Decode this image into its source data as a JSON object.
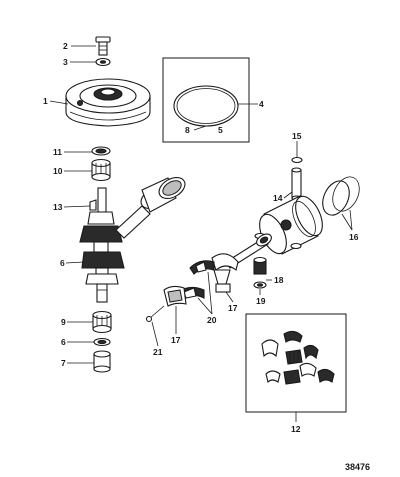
{
  "figure_number": "38476",
  "callouts": {
    "c1": "1",
    "c2": "2",
    "c3": "3",
    "c4": "4",
    "c5": "5",
    "c6a": "6",
    "c6b": "6",
    "c7": "7",
    "c8": "8",
    "c9": "9",
    "c10": "10",
    "c11": "11",
    "c12": "12",
    "c13": "13",
    "c14": "14",
    "c15": "15",
    "c16": "16",
    "c17a": "17",
    "c17b": "17",
    "c18": "18",
    "c19": "19",
    "c20": "20",
    "c21": "21"
  }
}
